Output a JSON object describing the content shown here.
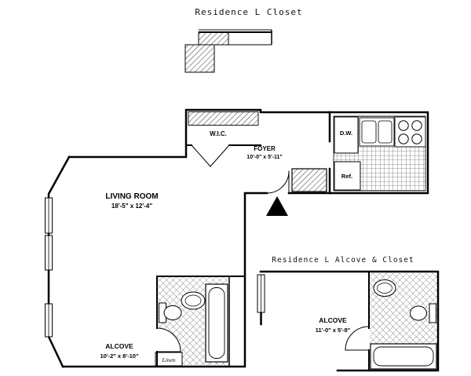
{
  "colors": {
    "ink": "#000000",
    "background": "#ffffff"
  },
  "titles": {
    "closet_plan": "Residence L Closet",
    "alcove_closet_plan": "Residence L Alcove & Closet"
  },
  "main_plan": {
    "living_room": {
      "label": "LIVING ROOM",
      "dims": "18'-5\" x 12'-4\""
    },
    "foyer": {
      "label": "FOYER",
      "dims": "10'-0\" x 5'-11\""
    },
    "wic": {
      "label": "W.I.C."
    },
    "alcove": {
      "label": "ALCOVE",
      "dims": "10'-2\" x 8'-10\""
    },
    "kitchen": {
      "dishwasher": "D.W.",
      "refrigerator": "Ref."
    },
    "linen": {
      "label": "Linen"
    }
  },
  "alcove_plan": {
    "alcove": {
      "label": "ALCOVE",
      "dims": "11'-0\" x 5'-8\""
    }
  }
}
